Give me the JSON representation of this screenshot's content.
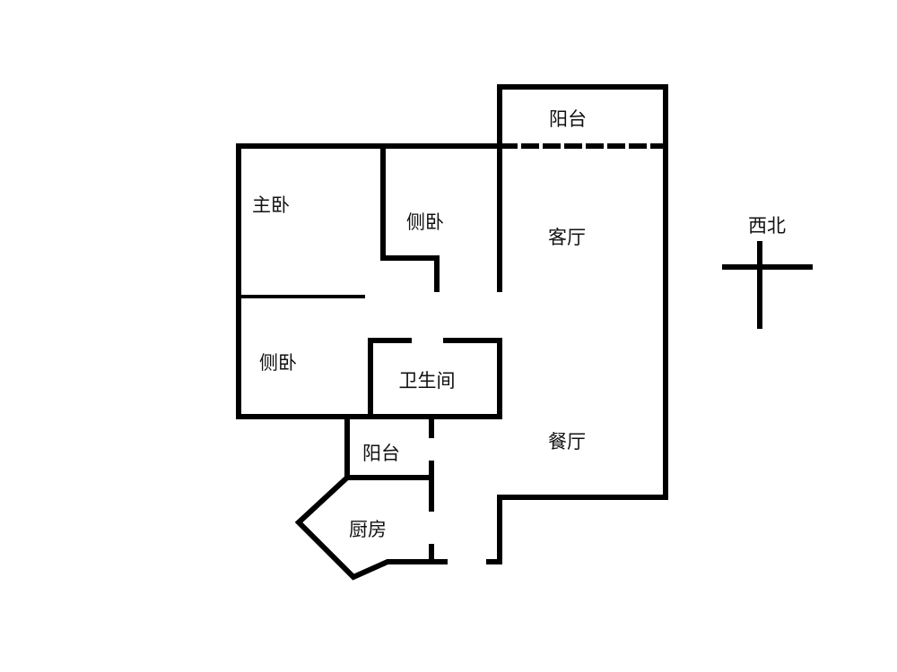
{
  "rooms": {
    "balcony_north": "阳台",
    "master_bedroom": "主卧",
    "side_bedroom_1": "侧卧",
    "living_room": "客厅",
    "side_bedroom_2": "侧卧",
    "bathroom": "卫生间",
    "dining_room": "餐厅",
    "balcony_small": "阳台",
    "kitchen": "厨房"
  },
  "compass": {
    "label": "西北"
  },
  "colors": {
    "wall": "#000000",
    "background": "#ffffff"
  }
}
